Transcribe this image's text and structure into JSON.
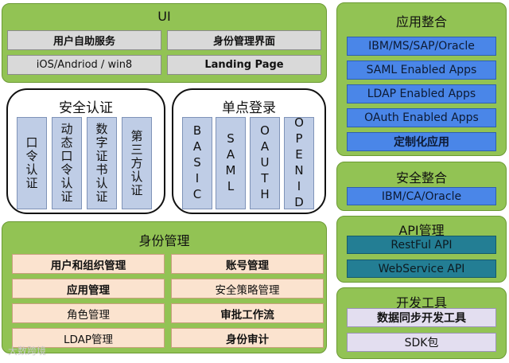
{
  "ui_panel": {
    "title": "UI",
    "items": [
      "用户自助服务",
      "身份管理界面",
      "iOS/Andriod / win8",
      "Landing Page"
    ]
  },
  "security_auth": {
    "title": "安全认证",
    "items": [
      "口令认证",
      "动态口令认证",
      "数字证书认证",
      "第三方认证"
    ]
  },
  "sso": {
    "title": "单点登录",
    "items": [
      "BASIC",
      "SAML",
      "OAUTH",
      "OPENID"
    ]
  },
  "identity_mgmt": {
    "title": "身份管理",
    "items": [
      "用户和组织管理",
      "账号管理",
      "应用管理",
      "安全策略管理",
      "角色管理",
      "审批工作流",
      "LDAP管理",
      "身份审计"
    ]
  },
  "app_integration": {
    "title": "应用整合",
    "items": [
      "IBM/MS/SAP/Oracle",
      "SAML Enabled Apps",
      "LDAP Enabled Apps",
      "OAuth Enabled Apps",
      "定制化应用"
    ]
  },
  "security_integration": {
    "title": "安全整合",
    "items": [
      "IBM/CA/Oracle"
    ]
  },
  "api_mgmt": {
    "title": "API管理",
    "items": [
      "RestFul API",
      "WebService API"
    ]
  },
  "dev_tools": {
    "title": "开发工具",
    "items": [
      "数据同步开发工具",
      "SDK包"
    ]
  },
  "watermark": "大数跨境"
}
